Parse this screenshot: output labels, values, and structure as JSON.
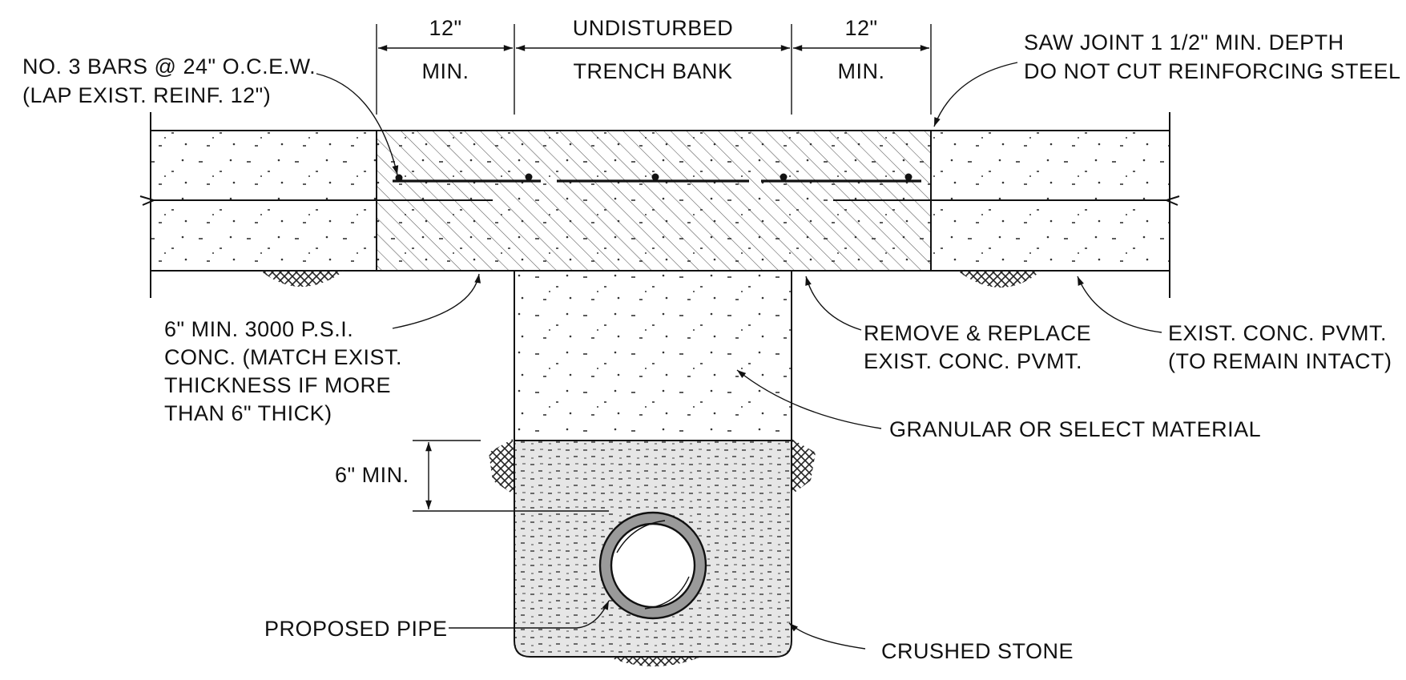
{
  "labels": {
    "dim_left_value": "12\"",
    "dim_left_unit": "MIN.",
    "dim_mid_line1": "UNDISTURBED",
    "dim_mid_line2": "TRENCH BANK",
    "dim_right_value": "12\"",
    "dim_right_unit": "MIN.",
    "bars_line1": "NO. 3 BARS @ 24\" O.C.E.W.",
    "bars_line2": "(LAP EXIST. REINF. 12\")",
    "saw_line1": "SAW JOINT 1 1/2\" MIN. DEPTH",
    "saw_line2": "DO NOT CUT REINFORCING STEEL",
    "conc_line1": "6\" MIN. 3000 P.S.I.",
    "conc_line2": "CONC. (MATCH EXIST.",
    "conc_line3": "THICKNESS IF MORE",
    "conc_line4": "THAN 6\" THICK)",
    "remove_line1": "REMOVE & REPLACE",
    "remove_line2": "EXIST. CONC. PVMT.",
    "exist_line1": "EXIST. CONC. PVMT.",
    "exist_line2": "(TO REMAIN INTACT)",
    "granular": "GRANULAR OR SELECT MATERIAL",
    "six_min": "6\" MIN.",
    "pipe": "PROPOSED PIPE",
    "stone": "CRUSHED STONE"
  },
  "colors": {
    "line": "#111111",
    "stone_fill": "#e6e6e6",
    "background": "#ffffff"
  }
}
